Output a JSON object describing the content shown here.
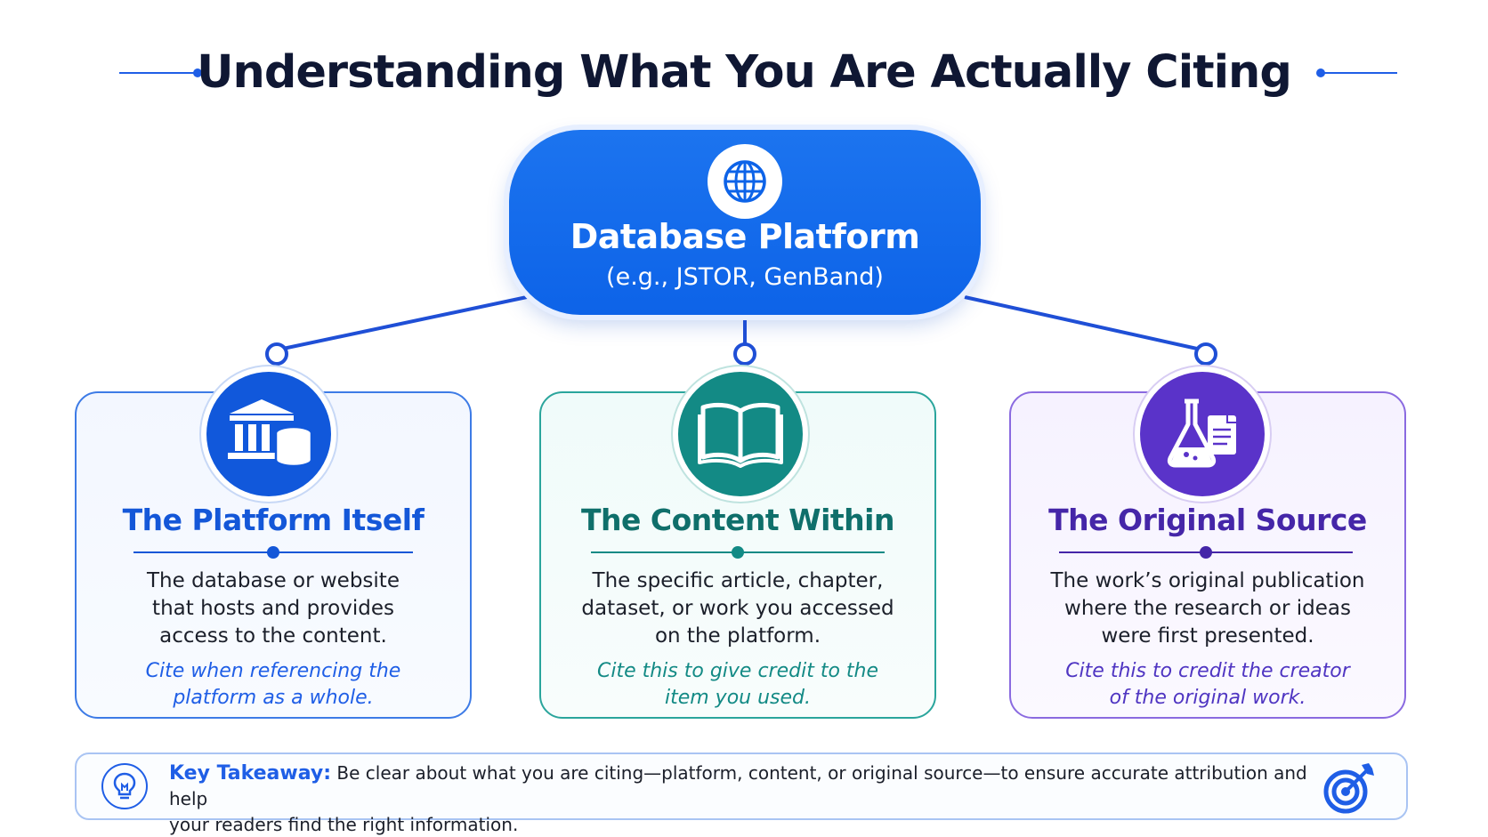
{
  "title": "Understanding What You Are Actually Citing",
  "platform": {
    "icon": "globe-icon",
    "title": "Database Platform",
    "subtitle": "(e.g., JSTOR, GenBand)"
  },
  "cards": [
    {
      "icon": "library-database-icon",
      "title": "The Platform Itself",
      "description_lines": [
        "The database or website",
        "that hosts and provides",
        "access to the content."
      ],
      "note_lines": [
        "Cite when referencing the",
        "platform as a whole."
      ],
      "color": "#1457d8"
    },
    {
      "icon": "open-book-icon",
      "title": "The Content Within",
      "description_lines": [
        "The specific article, chapter,",
        "dataset, or work you accessed",
        "on the platform."
      ],
      "note_lines": [
        "Cite this to give credit to the",
        "item you used."
      ],
      "color": "#0f6f6b"
    },
    {
      "icon": "flask-document-icon",
      "title": "The Original Source",
      "description_lines": [
        "The work’s original publication",
        "where the research or ideas",
        "were first presented."
      ],
      "note_lines": [
        "Cite this to credit the creator",
        "of the original work."
      ],
      "color": "#4526a8"
    }
  ],
  "takeaway": {
    "icon": "lightbulb-icon",
    "label": "Key Takeaway:",
    "text_line1": " Be clear about what you are citing—platform, content, or original source—to ensure accurate attribution and help",
    "text_line2": "your readers find the right information.",
    "end_icon": "target-icon"
  },
  "colors": {
    "primary_blue": "#1f5ee6",
    "teal": "#138a85",
    "purple": "#5a33c9",
    "title_dark": "#0f1733"
  }
}
